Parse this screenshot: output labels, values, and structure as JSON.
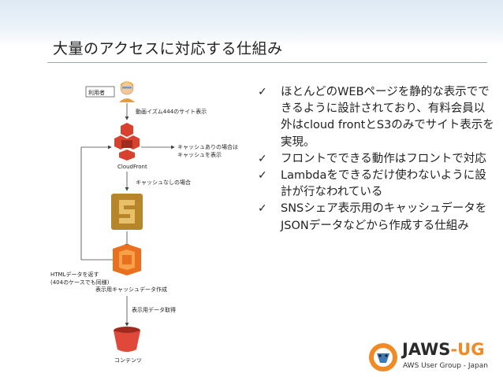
{
  "slide": {
    "title": "大量のアクセスに対応する仕組み"
  },
  "diagram": {
    "user_label": "利用者",
    "request_label": "動画イズム444のサイト表示",
    "cloudfront_label": "CloudFront",
    "cache_hit_line1": "キャッシュありの場合は",
    "cache_hit_line2": "キャッシュを表示",
    "cache_miss_label": "キャッシュなしの場合",
    "return_line1": "HTMLデータを返す",
    "return_line2": "(404のケースでも同様)",
    "cache_create_label": "表示用キャッシュデータ作成",
    "fetch_label": "表示用データ取得",
    "contents_label": "コンテンツ"
  },
  "bullets": [
    {
      "check": "✓",
      "text": "ほとんどのWEBページを静的な表示でできるように設計されており、有料会員以外はcloud frontとS3のみでサイト表示を実現。"
    },
    {
      "check": "✓",
      "text": "フロントでできる動作はフロントで対応"
    },
    {
      "check": "✓",
      "text": "Lambdaをできるだけ使わないように設計が行なわれている"
    },
    {
      "check": "✓",
      "text": "SNSシェア表示用のキャッシュデータをJSONデータなどから作成する仕組み"
    }
  ],
  "logo": {
    "main_bold": "JAWS",
    "main_rest": "-UG",
    "sub": "AWS User Group - Japan"
  },
  "colors": {
    "aws_red": "#d9412f",
    "aws_dark_red": "#9e2b1e",
    "api_gold": "#b8862a",
    "lambda_orange": "#e8701e",
    "s3_red": "#e0483a",
    "logo_orange": "#f08a24"
  },
  "icons": [
    "user-icon",
    "cloudfront-icon",
    "api-gateway-icon",
    "lambda-icon",
    "s3-bucket-icon",
    "checkmark-icon",
    "jaws-mascot-icon"
  ]
}
